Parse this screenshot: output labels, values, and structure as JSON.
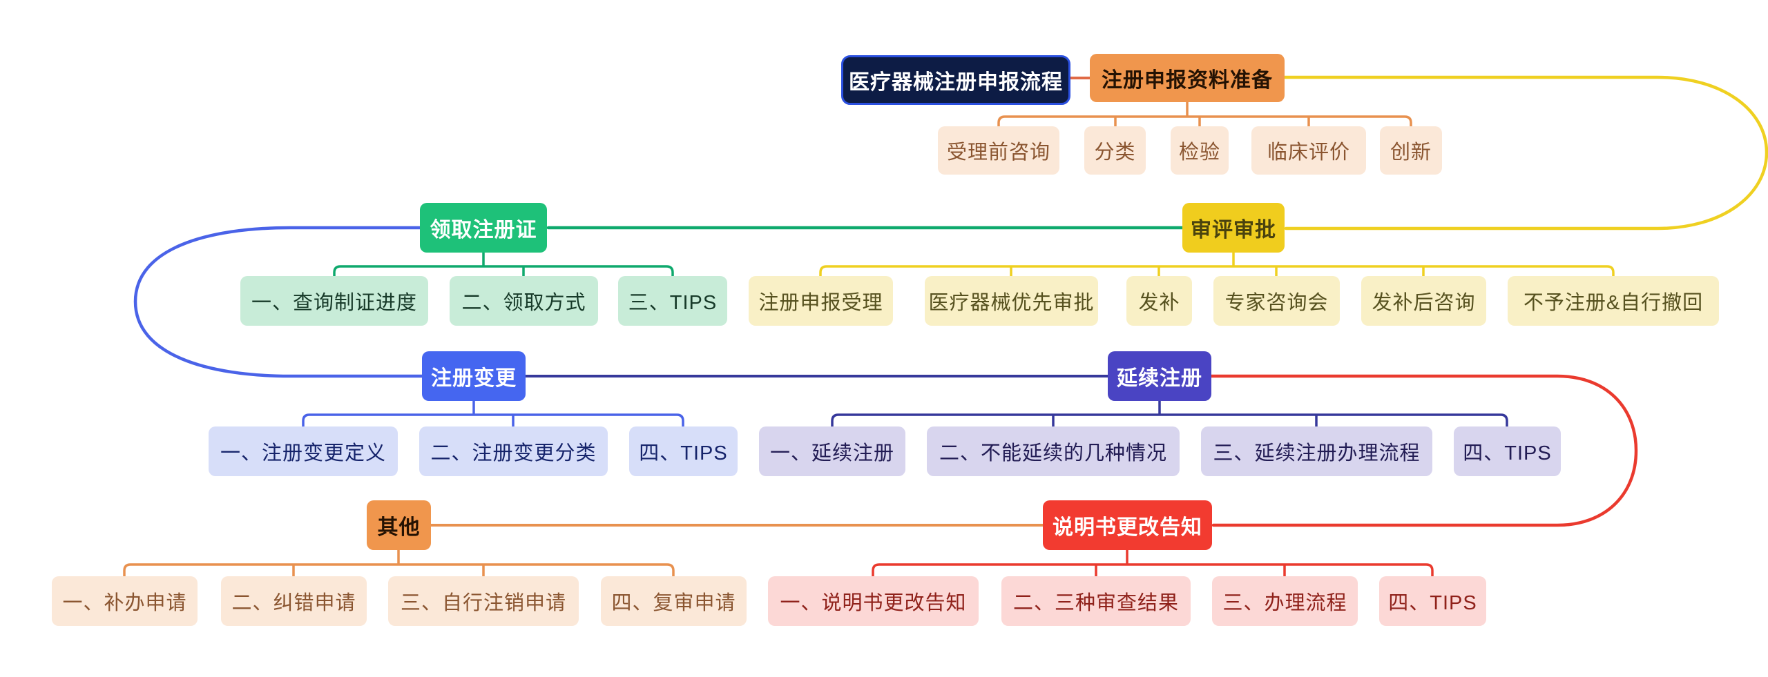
{
  "colors": {
    "root_bg": "#0d1c45",
    "root_border": "#2b50e0",
    "root_text": "#ffffff",
    "orange_node": "#f0964d",
    "orange_line": "#e8914f",
    "orange_red_link": "#e06a45",
    "peach_bg": "#fbe8d8",
    "peach_text": "#8a5530",
    "yellow_node": "#f0cd1e",
    "yellow_line": "#efd021",
    "yellow_child_bg": "#f9f0c6",
    "yellow_child_text": "#56511f",
    "green_node": "#1ec179",
    "green_line": "#0fa96d",
    "mint_bg": "#c8ecd8",
    "mint_text": "#173a29",
    "blue_node": "#4566f0",
    "blue_line": "#4a63e8",
    "bluelav_bg": "#d7def9",
    "bluelav_text": "#16246b",
    "indigo_node": "#4a44c3",
    "navy_line": "#36389b",
    "lav_bg": "#d8d5ee",
    "lav_text": "#221c54",
    "red_node": "#f23b30",
    "red_line": "#ea3a2e",
    "pink_bg": "#fcd8d6",
    "pink_text": "#8f211a"
  },
  "mindmap": {
    "root": "医疗器械注册申报流程",
    "branches": {
      "prep": {
        "label": "注册申报资料准备",
        "children": [
          "受理前咨询",
          "分类",
          "检验",
          "临床评价",
          "创新"
        ]
      },
      "review": {
        "label": "审评审批",
        "children": [
          "注册申报受理",
          "医疗器械优先审批",
          "发补",
          "专家咨询会",
          "发补后咨询",
          "不予注册&自行撤回"
        ]
      },
      "cert": {
        "label": "领取注册证",
        "children": [
          "一、查询制证进度",
          "二、领取方式",
          "三、TIPS"
        ]
      },
      "change": {
        "label": "注册变更",
        "children": [
          "一、注册变更定义",
          "二、注册变更分类",
          "四、TIPS"
        ]
      },
      "renewal": {
        "label": "延续注册",
        "children": [
          "一、延续注册",
          "二、不能延续的几种情况",
          "三、延续注册办理流程",
          "四、TIPS"
        ]
      },
      "other": {
        "label": "其他",
        "children": [
          "一、补办申请",
          "二、纠错申请",
          "三、自行注销申请",
          "四、复审申请"
        ]
      },
      "manual": {
        "label": "说明书更改告知",
        "children": [
          "一、说明书更改告知",
          "二、三种审查结果",
          "三、办理流程",
          "四、TIPS"
        ]
      }
    }
  }
}
